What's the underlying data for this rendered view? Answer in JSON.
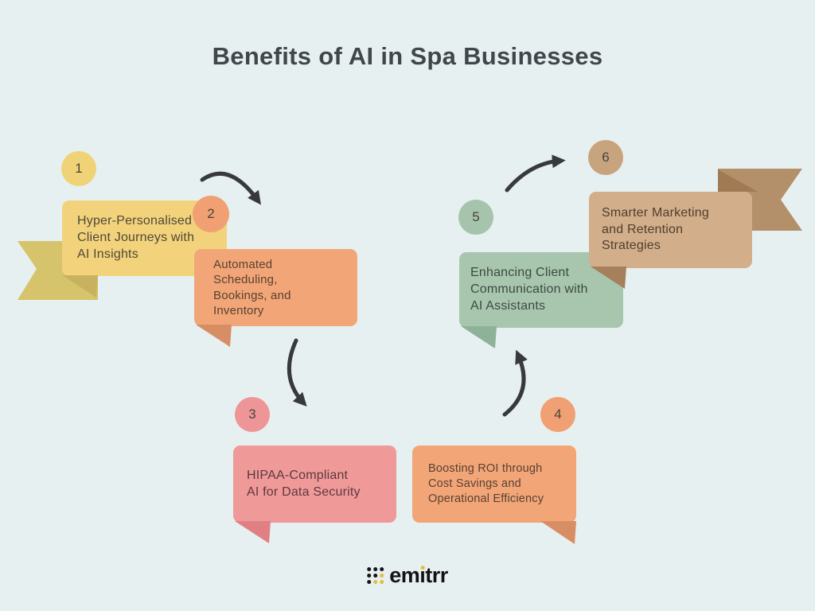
{
  "title": "Benefits of AI in Spa Businesses",
  "background_color": "#e7f0f1",
  "title_color": "#41464b",
  "arrow_color": "#37393b",
  "items": [
    {
      "number": "1",
      "lines": [
        "Hyper-Personalised",
        "Client Journeys with",
        "AI Insights"
      ],
      "colors": {
        "bubble": "#f2d37c",
        "circle": "#f0d376",
        "tail": "#c9b25f",
        "text": "#504837"
      }
    },
    {
      "number": "2",
      "lines": [
        "Automated",
        "Scheduling,",
        "Bookings, and",
        "Inventory"
      ],
      "colors": {
        "bubble": "#f2a678",
        "circle": "#f0a072",
        "tail": "#d88e64",
        "text": "#5a4030"
      }
    },
    {
      "number": "3",
      "lines": [
        "HIPAA-Compliant",
        "AI for Data Security"
      ],
      "colors": {
        "bubble": "#f09999",
        "circle": "#ee9697",
        "tail": "#e08082",
        "text": "#5c3a3e"
      }
    },
    {
      "number": "4",
      "lines": [
        "Boosting ROI through",
        "Cost Savings and",
        "Operational Efficiency"
      ],
      "colors": {
        "bubble": "#f2a678",
        "circle": "#f0a072",
        "tail": "#d88e64",
        "text": "#5a4030"
      }
    },
    {
      "number": "5",
      "lines": [
        "Enhancing Client",
        "Communication with",
        "AI Assistants"
      ],
      "colors": {
        "bubble": "#a8c6ae",
        "circle": "#a5c4ab",
        "tail": "#8eb298",
        "text": "#3c4a42"
      }
    },
    {
      "number": "6",
      "lines": [
        "Smarter Marketing",
        "and Retention",
        "Strategies"
      ],
      "colors": {
        "bubble": "#d2ae8a",
        "circle": "#c8a47e",
        "tail": "#a5805a",
        "text": "#503e2f"
      }
    }
  ],
  "ribbons": {
    "left": "#d6c46d",
    "right": "#b4906a",
    "right_fold": "#a07a52"
  },
  "logo": {
    "wordmark": "emitrr",
    "wordmark_left": "em",
    "wordmark_i_stem": "ı",
    "wordmark_right": "trr",
    "icon": "dots-grid-icon",
    "dot_black": "#161616",
    "dot_yellow": "#e5bd3d",
    "text_color": "#131313"
  }
}
